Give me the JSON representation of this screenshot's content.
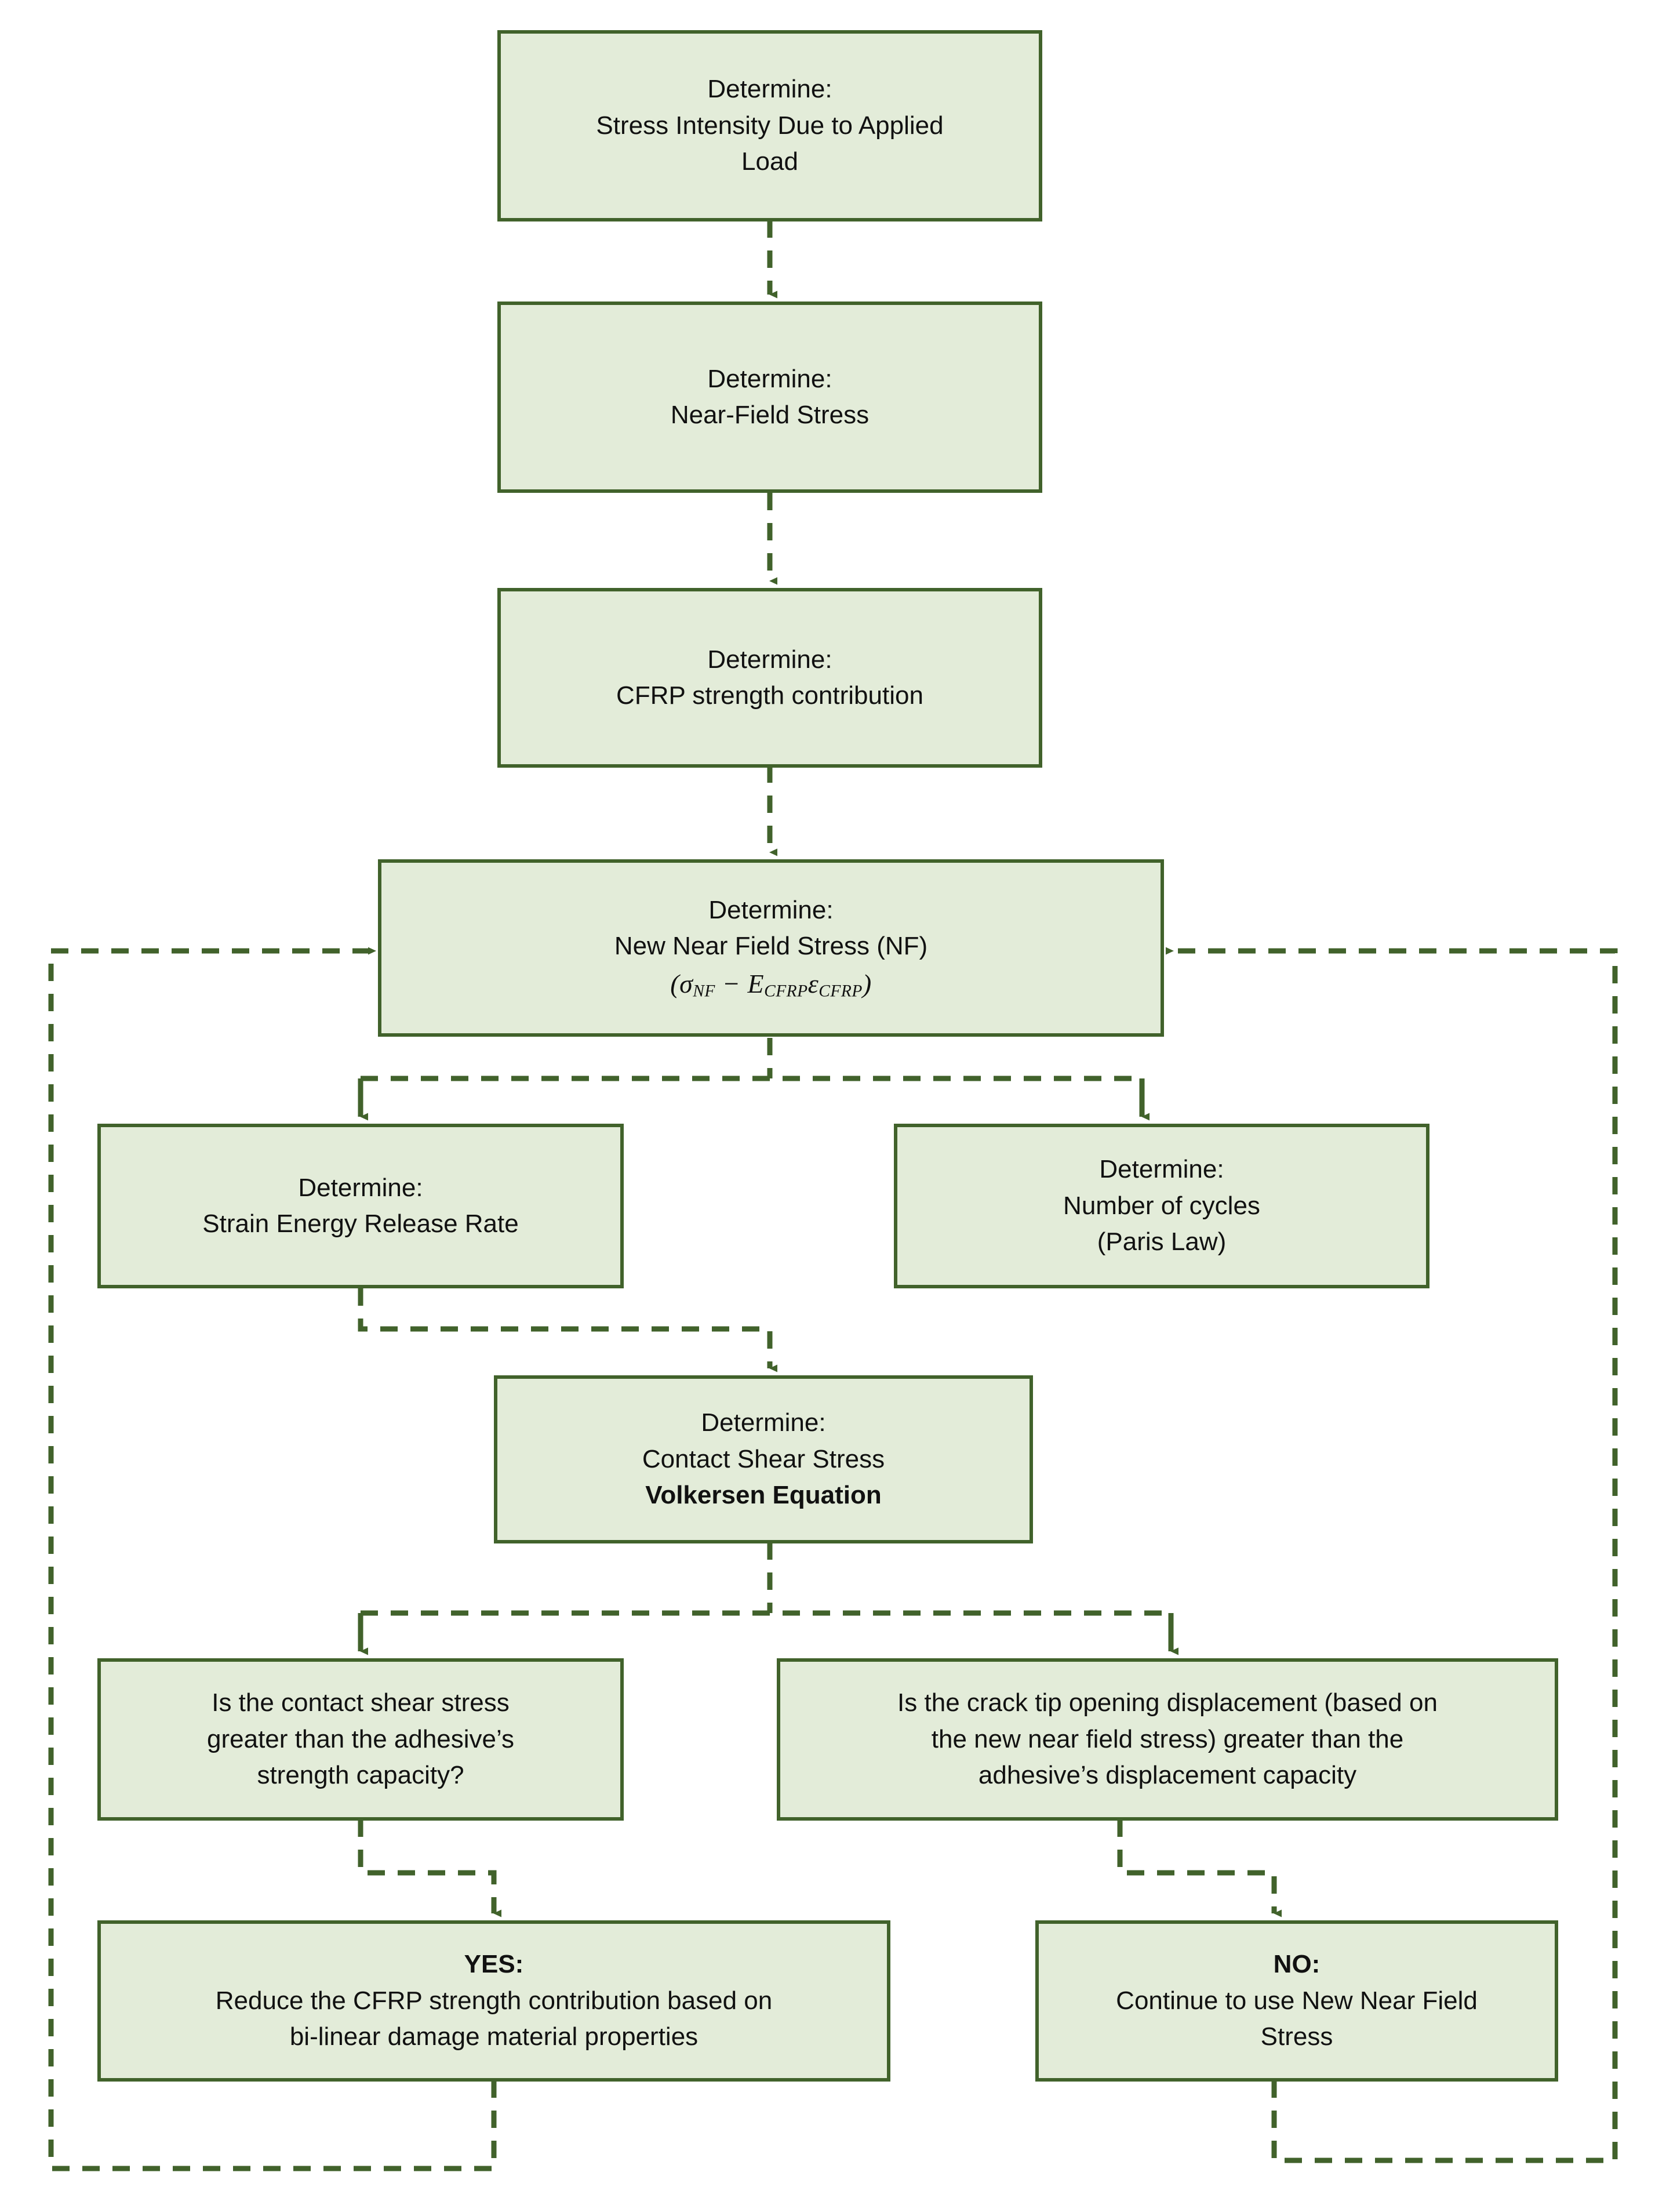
{
  "diagram": {
    "title": "CFRP Crack Growth / Adhesive Bond Fatigue Analysis Flowchart",
    "colors": {
      "node_fill": "#e3ecd9",
      "node_border": "#41622b",
      "edge": "#41622b",
      "text": "#111111",
      "background": "#ffffff"
    },
    "nodes": {
      "stress_intensity": {
        "line1": "Determine:",
        "line2": "Stress Intensity Due to Applied",
        "line3": "Load"
      },
      "near_field_stress": {
        "line1": "Determine:",
        "line2": "Near-Field Stress"
      },
      "cfrp_strength": {
        "line1": "Determine:",
        "line2": "CFRP strength contribution"
      },
      "new_near_field_stress": {
        "line1": "Determine:",
        "line2": "New Near Field Stress (NF)",
        "equation_open": "(",
        "equation_sigma": "σ",
        "equation_sigma_sub": "NF",
        "equation_minus": " − ",
        "equation_E": "E",
        "equation_E_sub": "CFRP",
        "equation_eps": "ε",
        "equation_eps_sub": "CFRP",
        "equation_close": ")",
        "equation_plain": "(σNF − ECFRPεCFRP)"
      },
      "strain_energy": {
        "line1": "Determine:",
        "line2": "Strain Energy Release Rate"
      },
      "number_of_cycles": {
        "line1": "Determine:",
        "line2": "Number of cycles",
        "line3": "(Paris Law)"
      },
      "contact_shear_stress": {
        "line1": "Determine:",
        "line2": "Contact Shear Stress",
        "line3": "Volkersen Equation"
      },
      "decision_shear": {
        "line1": "Is the contact shear stress",
        "line2": "greater than the adhesive’s",
        "line3": "strength capacity?"
      },
      "decision_ctod": {
        "line1": "Is the crack tip opening displacement (based on",
        "line2": "the new near field stress) greater than the",
        "line3": "adhesive’s displacement capacity"
      },
      "outcome_yes": {
        "line1": "YES:",
        "line2": "Reduce the CFRP strength contribution based on",
        "line3": "bi-linear damage material properties"
      },
      "outcome_no": {
        "line1": "NO:",
        "line2": "Continue to use New Near Field",
        "line3": "Stress"
      }
    }
  }
}
